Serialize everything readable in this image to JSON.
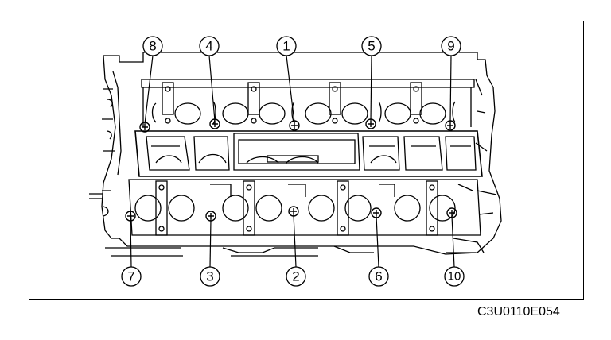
{
  "figure_code": "C3U0110E054",
  "callouts": {
    "c8": "8",
    "c4": "4",
    "c1": "1",
    "c5": "5",
    "c9": "9",
    "c7": "7",
    "c3": "3",
    "c2": "2",
    "c6": "6",
    "c10": "10"
  }
}
